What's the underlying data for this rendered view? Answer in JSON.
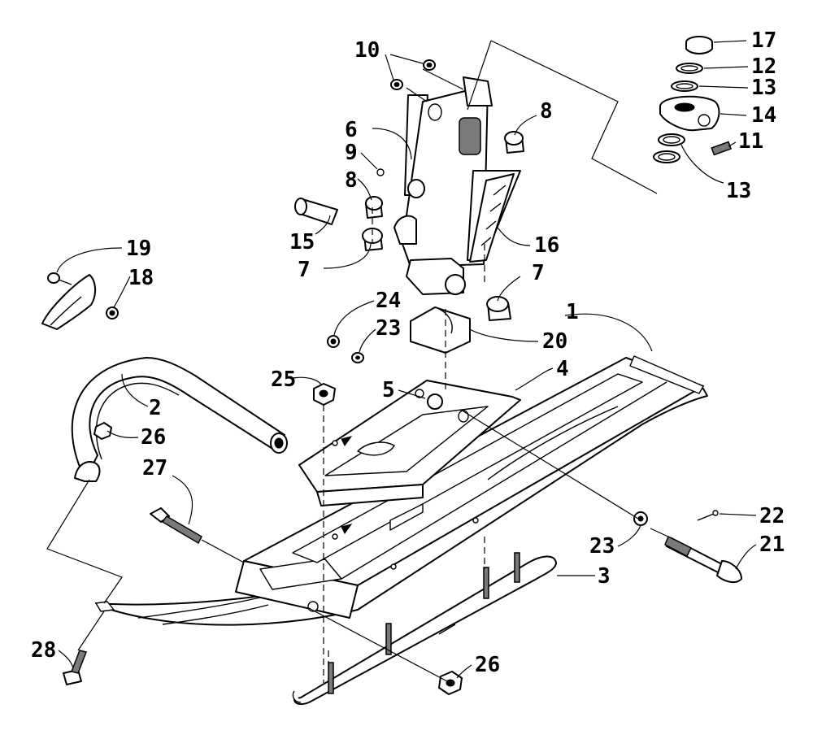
{
  "callouts": {
    "c1": "1",
    "c2": "2",
    "c3": "3",
    "c4": "4",
    "c5": "5",
    "c6": "6",
    "c7a": "7",
    "c7b": "7",
    "c8a": "8",
    "c8b": "8",
    "c9": "9",
    "c10": "10",
    "c11": "11",
    "c12": "12",
    "c13a": "13",
    "c13b": "13",
    "c14": "14",
    "c15": "15",
    "c16": "16",
    "c17": "17",
    "c18": "18",
    "c19": "19",
    "c20": "20",
    "c21": "21",
    "c22": "22",
    "c23a": "23",
    "c23b": "23",
    "c24": "24",
    "c25": "25",
    "c26a": "26",
    "c26b": "26",
    "c27": "27",
    "c28": "28"
  }
}
